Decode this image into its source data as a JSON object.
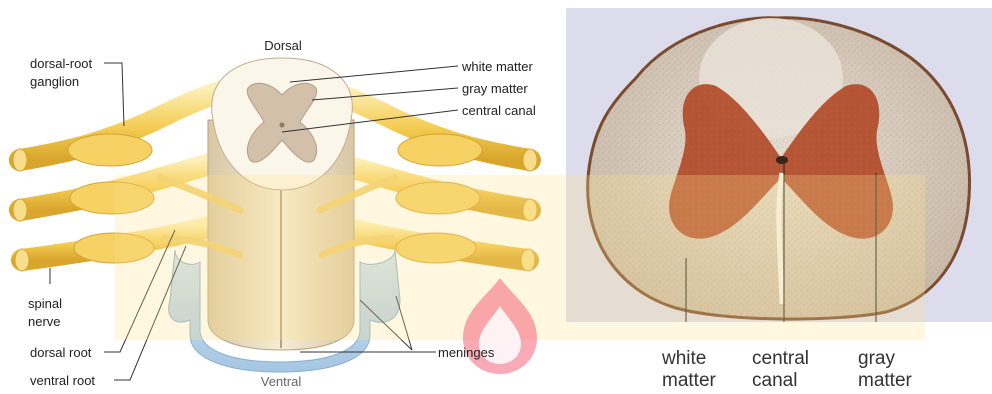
{
  "left_diagram": {
    "labels": {
      "dorsal": "Dorsal",
      "ventral": "Ventral",
      "dorsal_root_ganglion_line1": "dorsal-root",
      "dorsal_root_ganglion_line2": "ganglion",
      "white_matter": "white matter",
      "gray_matter": "gray matter",
      "central_canal": "central canal",
      "spinal_nerve_line1": "spinal",
      "spinal_nerve_line2": "nerve",
      "dorsal_root": "dorsal root",
      "ventral_root": "ventral root",
      "meninges": "meninges"
    }
  },
  "micrograph": {
    "labels": {
      "white_matter_line1": "white",
      "white_matter_line2": "matter",
      "central_canal_line1": "central",
      "central_canal_line2": "canal",
      "gray_matter_line1": "gray",
      "gray_matter_line2": "matter"
    }
  },
  "colors": {
    "nerve_yellow": "#f3c94a",
    "nerve_highlight": "#fbe7a0",
    "cord_cream": "#f1e6cf",
    "cord_gray_matter": "#cdb9a3",
    "meninges_blue": "#a9cbe6",
    "tissue_white_matter": "#d9cfc4",
    "tissue_gray_matter": "#b1421f",
    "micrograph_background": "#dcdcec",
    "watermark": "#f5c35a"
  }
}
